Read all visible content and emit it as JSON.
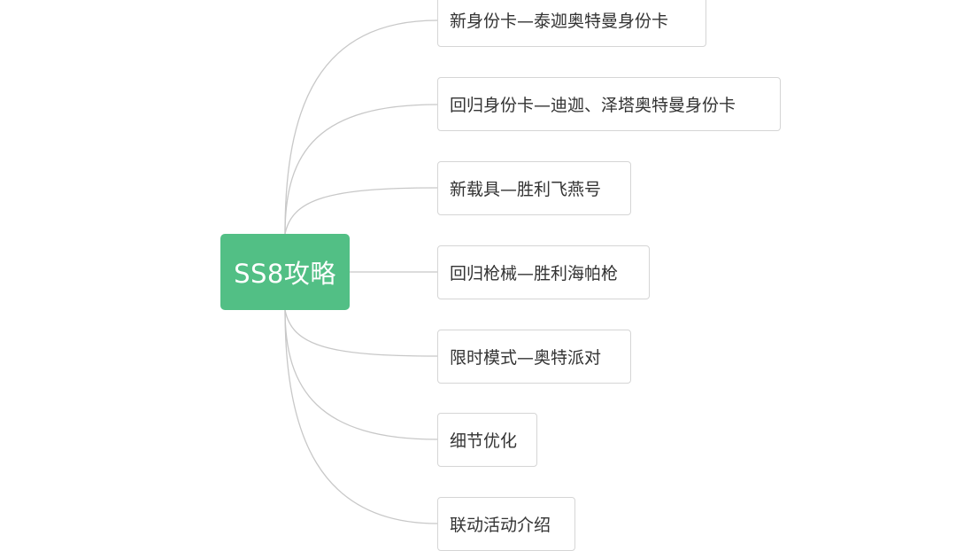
{
  "root": {
    "label": "SS8攻略"
  },
  "branches": [
    {
      "label": "新身份卡—泰迦奥特曼身份卡"
    },
    {
      "label": "回归身份卡—迪迦、泽塔奥特曼身份卡"
    },
    {
      "label": "新载具—胜利飞燕号"
    },
    {
      "label": "回归枪械—胜利海帕枪"
    },
    {
      "label": "限时模式—奥特派对"
    },
    {
      "label": "细节优化"
    },
    {
      "label": "联动活动介绍"
    }
  ],
  "colors": {
    "root_fill": "#52bf85",
    "root_text": "#ffffff",
    "node_border": "#d5d5d5",
    "node_text": "#333333",
    "connector": "#c8c8c8"
  }
}
